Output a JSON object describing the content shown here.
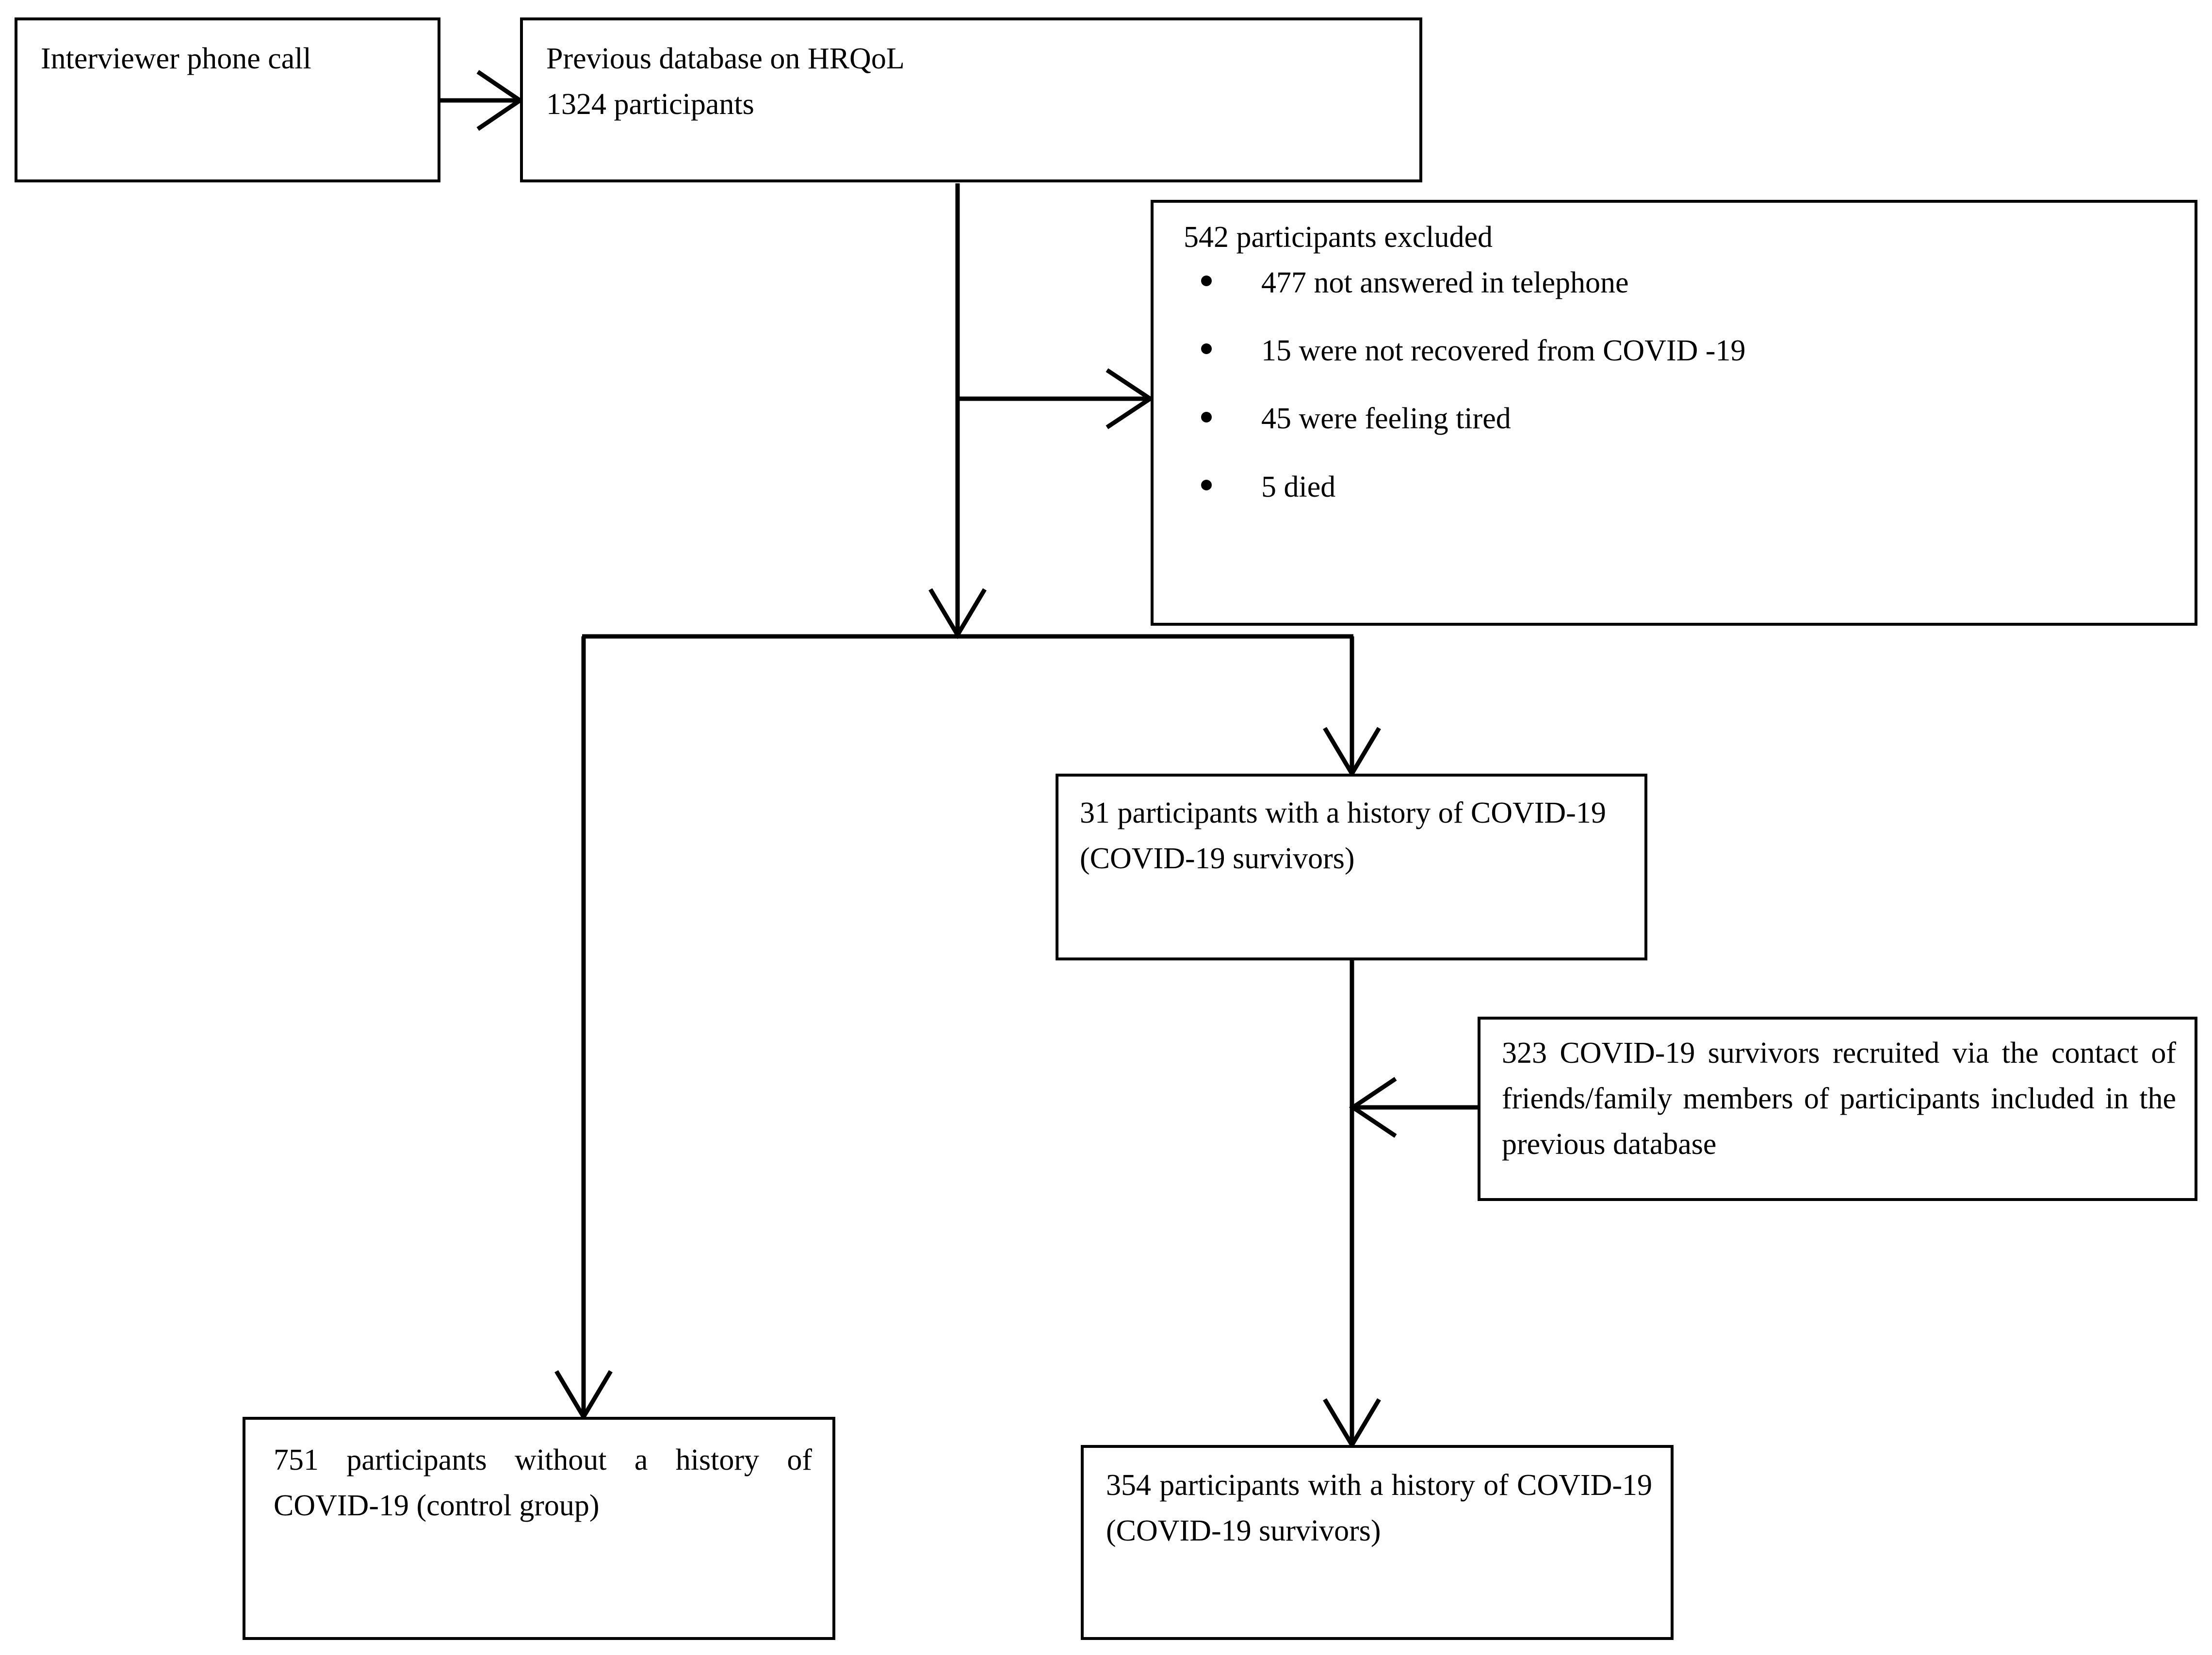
{
  "diagram": {
    "title": "Participant flow diagram",
    "type": "flowchart",
    "line_color": "#000000",
    "box_border_color": "#000000",
    "background_color": "#ffffff"
  },
  "nodes": {
    "interviewer": {
      "id": "interviewer-phone-call",
      "text": "Interviewer phone call"
    },
    "database": {
      "id": "previous-database",
      "line1": "Previous database on HRQoL",
      "line2": "1324 participants"
    },
    "excluded": {
      "id": "participants-excluded",
      "heading": "542 participants excluded",
      "items": [
        "477 not answered in telephone",
        "15 were not recovered from COVID -19",
        "45 were feeling tired",
        "5 died"
      ]
    },
    "survivors31": {
      "id": "survivors-31",
      "text": "31 participants with a history of COVID-19 (COVID-19 survivors)"
    },
    "recruited323": {
      "id": "recruited-323",
      "text": "323 COVID-19 survivors recruited via the contact of friends/family members of participants included in the previous database"
    },
    "control751": {
      "id": "control-group-751",
      "text": "751 participants without a history of COVID-19 (control group)"
    },
    "survivors354": {
      "id": "survivors-354",
      "text": "354 participants with a history of COVID-19 (COVID-19 survivors)"
    }
  },
  "edges": [
    {
      "id": "edge-interviewer-to-database",
      "from": "interviewer",
      "to": "database",
      "direction": "right"
    },
    {
      "id": "edge-database-to-excluded",
      "from": "database",
      "to": "excluded",
      "direction": "right"
    },
    {
      "id": "edge-database-to-split",
      "from": "database",
      "to": "split-bar",
      "direction": "down"
    },
    {
      "id": "edge-split-to-control751",
      "from": "split-bar",
      "to": "control751",
      "direction": "down"
    },
    {
      "id": "edge-split-to-survivors31",
      "from": "split-bar",
      "to": "survivors31",
      "direction": "down"
    },
    {
      "id": "edge-recruited323-to-stem",
      "from": "recruited323",
      "to": "survivors31-stem",
      "direction": "left"
    },
    {
      "id": "edge-survivors31-to-survivors354",
      "from": "survivors31",
      "to": "survivors354",
      "direction": "down"
    }
  ]
}
